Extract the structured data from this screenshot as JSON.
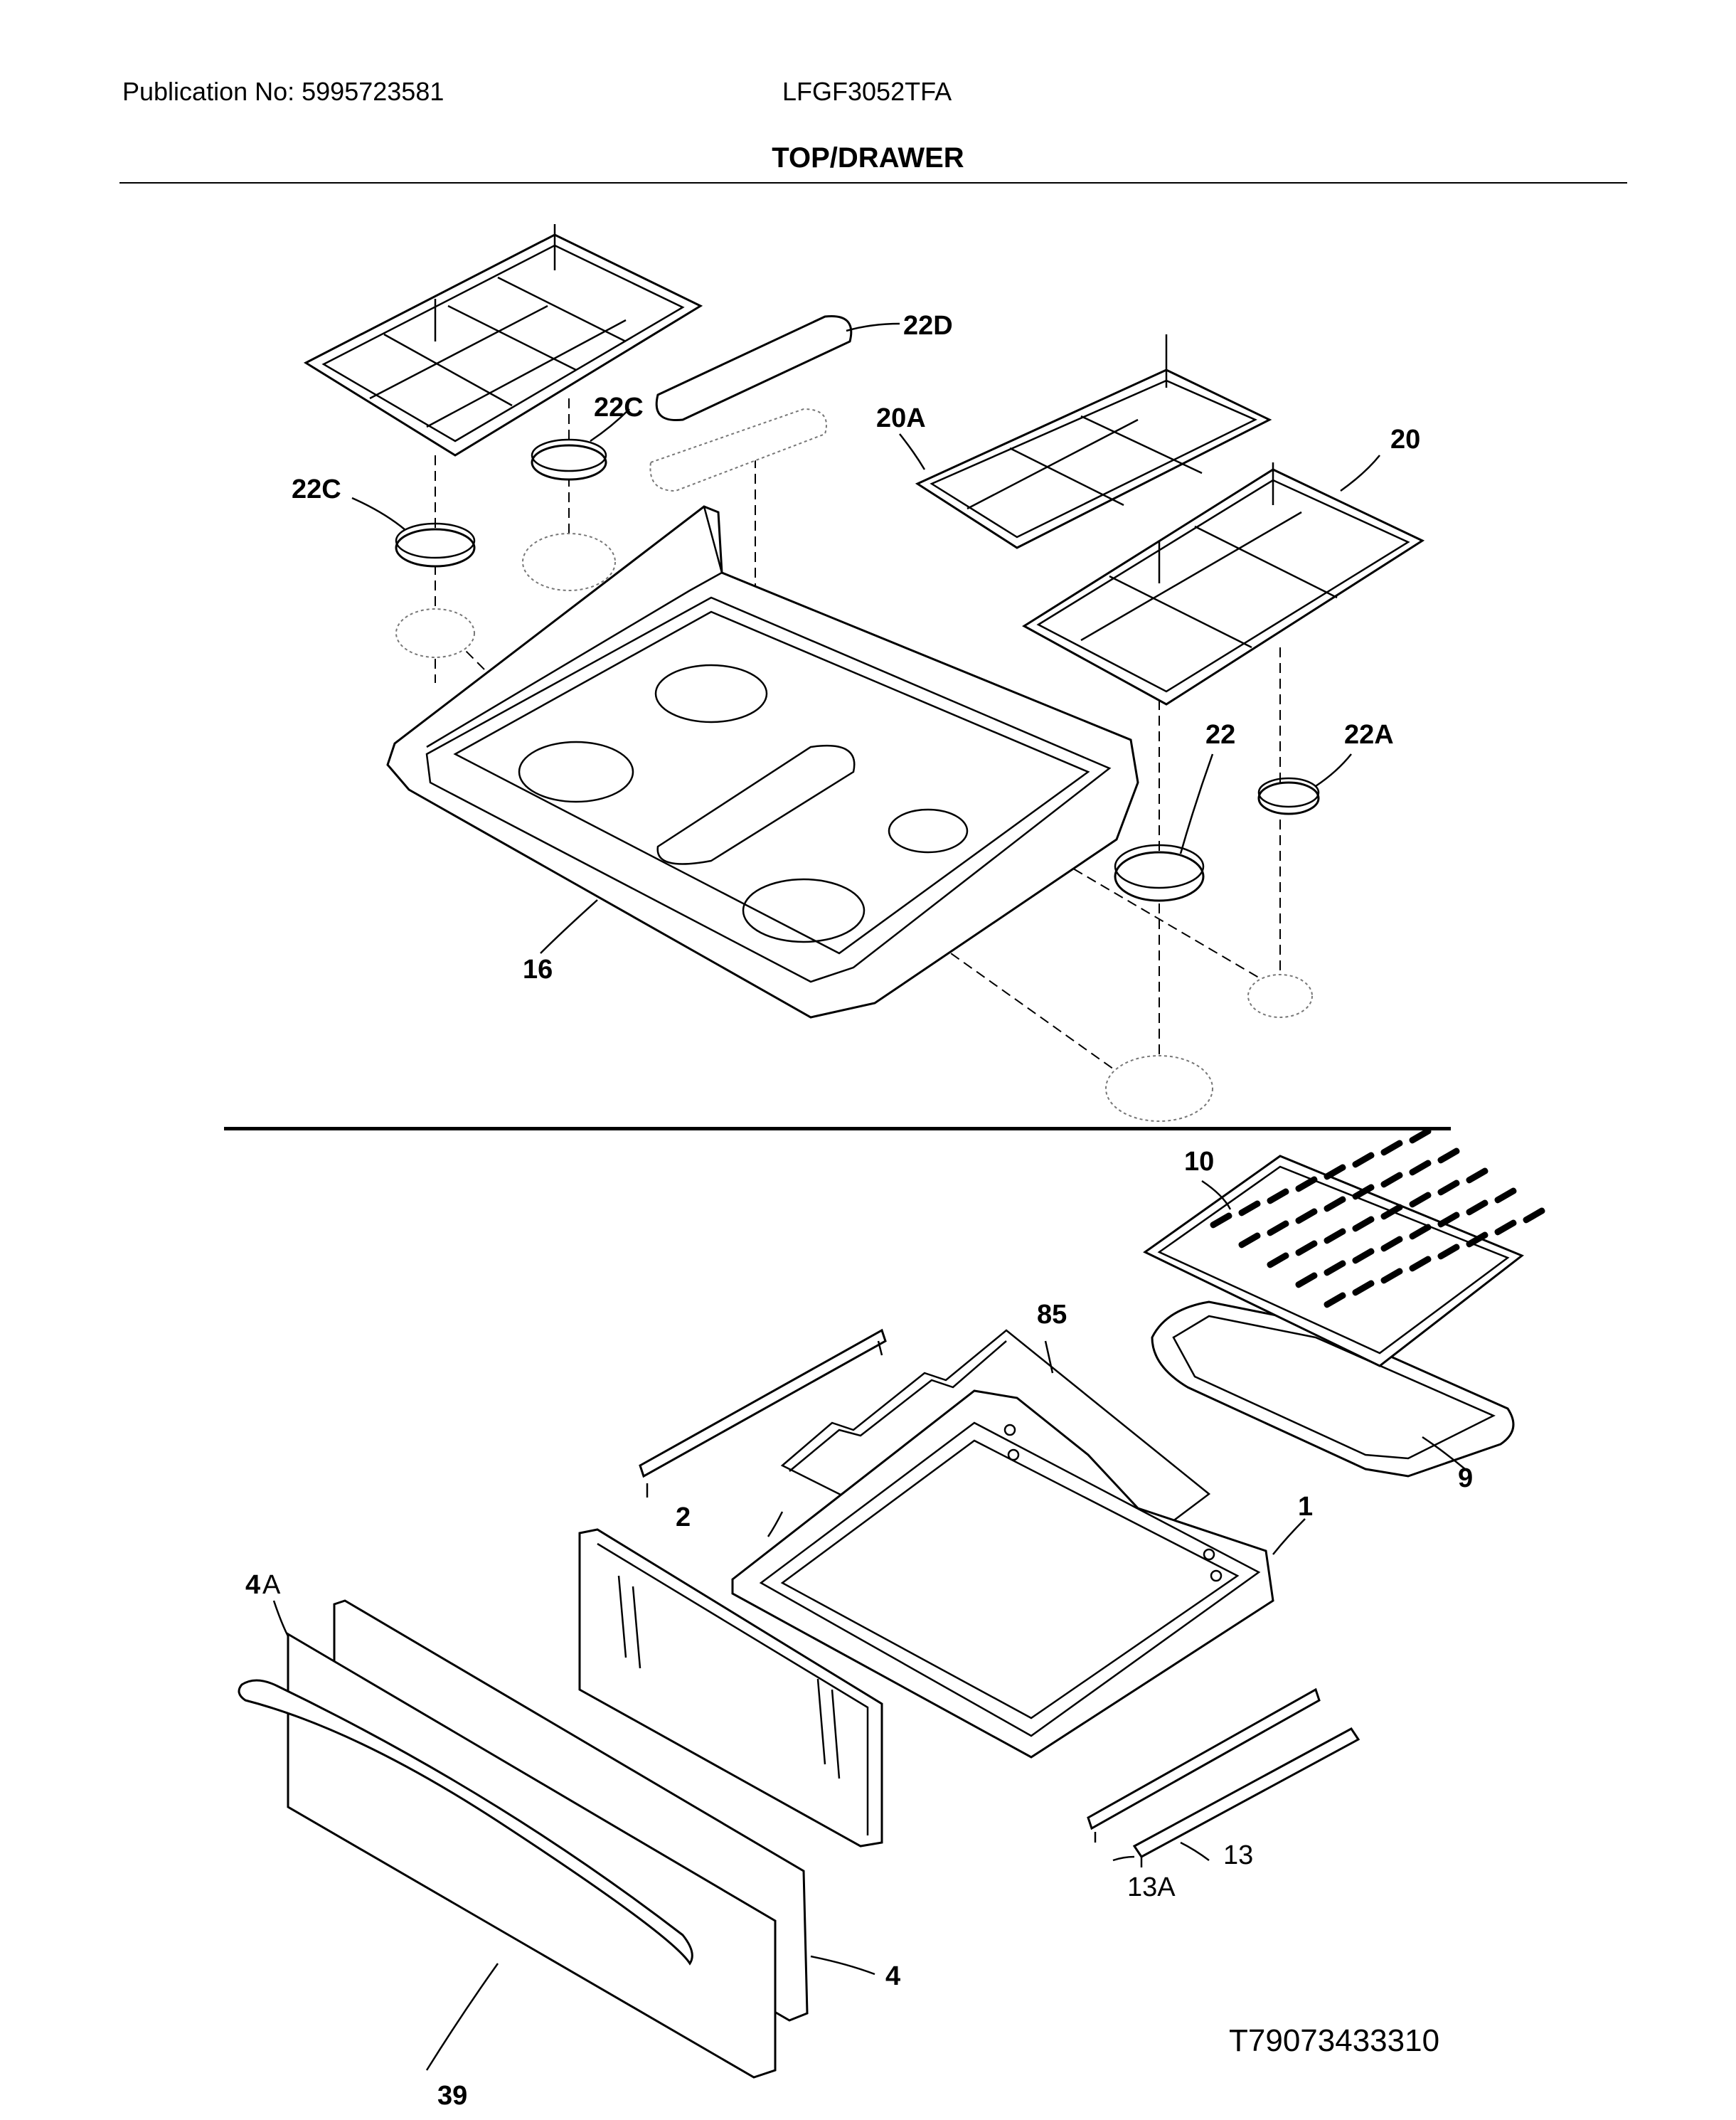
{
  "header": {
    "publication": "Publication No: 5995723581",
    "model": "LFGF3052TFA",
    "section_title": "TOP/DRAWER"
  },
  "footer": {
    "drawing_code": "T79073433310"
  },
  "callouts": {
    "c22D": "22D",
    "c22C_a": "22C",
    "c22C_b": "22C",
    "c20A": "20A",
    "c20": "20",
    "c22": "22",
    "c22A": "22A",
    "c16": "16",
    "c10": "10",
    "c85": "85",
    "c9": "9",
    "c2": "2",
    "c1": "1",
    "c4A": "4A",
    "c13A": "13A",
    "c13": "13",
    "c4": "4",
    "c39": "39"
  }
}
